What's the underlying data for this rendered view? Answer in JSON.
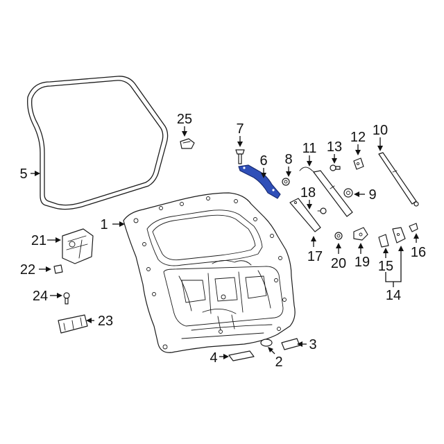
{
  "callouts": [
    {
      "id": "1",
      "label": "1"
    },
    {
      "id": "2",
      "label": "2"
    },
    {
      "id": "3",
      "label": "3"
    },
    {
      "id": "4",
      "label": "4"
    },
    {
      "id": "5",
      "label": "5"
    },
    {
      "id": "6",
      "label": "6"
    },
    {
      "id": "7",
      "label": "7"
    },
    {
      "id": "8",
      "label": "8"
    },
    {
      "id": "9",
      "label": "9"
    },
    {
      "id": "10",
      "label": "10"
    },
    {
      "id": "11",
      "label": "11"
    },
    {
      "id": "12",
      "label": "12"
    },
    {
      "id": "13",
      "label": "13"
    },
    {
      "id": "14",
      "label": "14"
    },
    {
      "id": "15",
      "label": "15"
    },
    {
      "id": "16",
      "label": "16"
    },
    {
      "id": "17",
      "label": "17"
    },
    {
      "id": "18",
      "label": "18"
    },
    {
      "id": "19",
      "label": "19"
    },
    {
      "id": "20",
      "label": "20"
    },
    {
      "id": "21",
      "label": "21"
    },
    {
      "id": "22",
      "label": "22"
    },
    {
      "id": "23",
      "label": "23"
    },
    {
      "id": "24",
      "label": "24"
    },
    {
      "id": "25",
      "label": "25"
    }
  ],
  "colors": {
    "line": "#1a1a1a",
    "highlight": "#2f4fb8",
    "background": "#ffffff"
  }
}
